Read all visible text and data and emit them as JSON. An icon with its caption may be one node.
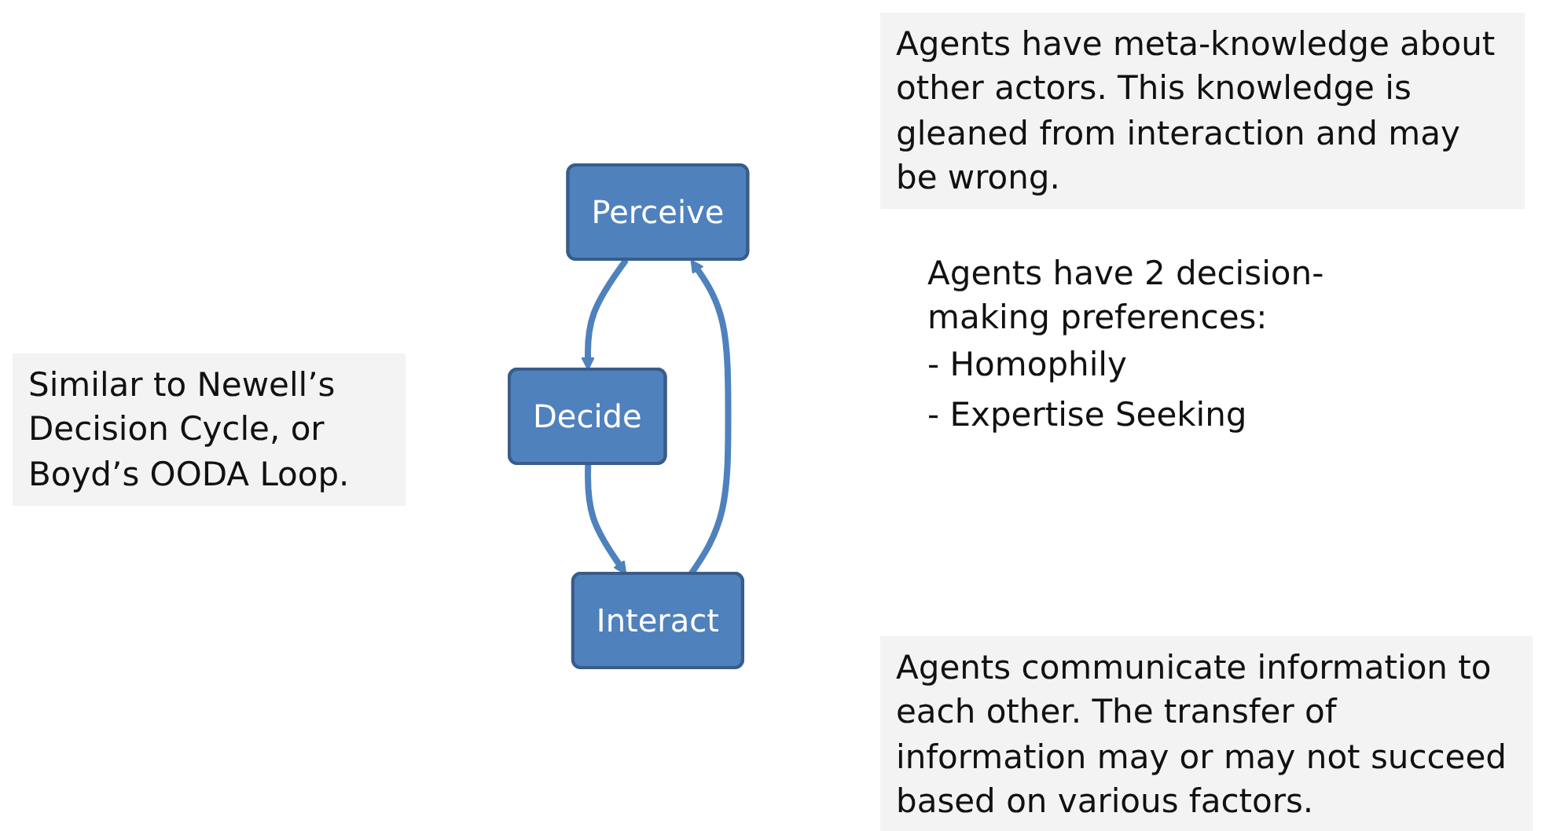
{
  "diagram": {
    "nodes": [
      {
        "text": [
          "Perceive"
        ]
      },
      {
        "text": [
          "Decide"
        ]
      },
      {
        "text": [
          "Interact"
        ]
      }
    ],
    "edges": [
      {
        "from": 0,
        "to": 1,
        "arrow": "to"
      },
      {
        "from": 1,
        "to": 2,
        "arrow": "to"
      },
      {
        "from": 2,
        "to": 0,
        "arrow": "to"
      }
    ],
    "labels": [
      "Agents have meta-knowledge about other actors.  This knowledge is gleaned from interaction and may be wrong.",
      "Similar to Newell’s Decision Cycle, or Boyd’s OODA Loop.",
      "Agents have 2 decision-making preferences:",
      "- Homophily",
      "- Expertise Seeking",
      "Agents communicate information to each other.  The transfer of information may or may not succeed based on various factors."
    ]
  }
}
